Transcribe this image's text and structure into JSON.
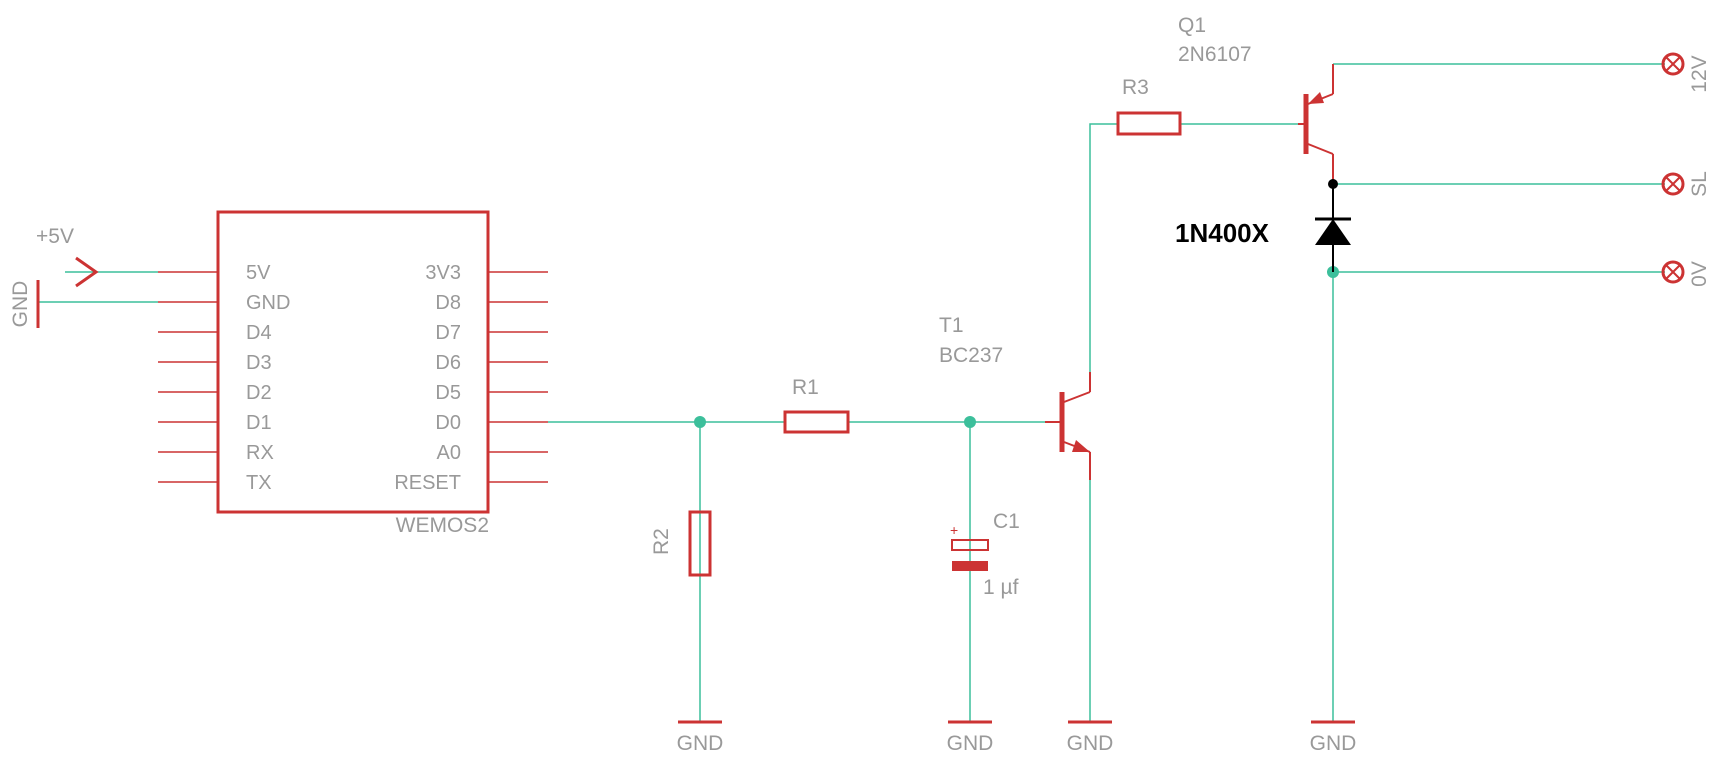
{
  "module": {
    "name": "WEMOS2",
    "left_pins": [
      "5V",
      "GND",
      "D4",
      "D3",
      "D2",
      "D1",
      "RX",
      "TX"
    ],
    "right_pins": [
      "3V3",
      "D8",
      "D7",
      "D6",
      "D5",
      "D0",
      "A0",
      "RESET"
    ]
  },
  "supply": {
    "plus5v": "+5V",
    "gnd": "GND"
  },
  "components": {
    "r1": "R1",
    "r2": "R2",
    "r3": "R3",
    "c1": {
      "name": "C1",
      "value": "1 µf",
      "polarity": "+"
    },
    "t1": {
      "name": "T1",
      "part": "BC237"
    },
    "q1": {
      "name": "Q1",
      "part": "2N6107"
    },
    "diode": "1N400X"
  },
  "grounds": [
    "GND",
    "GND",
    "GND",
    "GND"
  ],
  "connectors": [
    "12V",
    "SL",
    "0V"
  ],
  "colors": {
    "wire": "#3cbf9b",
    "symbol": "#cc3333",
    "label": "#999999",
    "diode": "#000000"
  }
}
